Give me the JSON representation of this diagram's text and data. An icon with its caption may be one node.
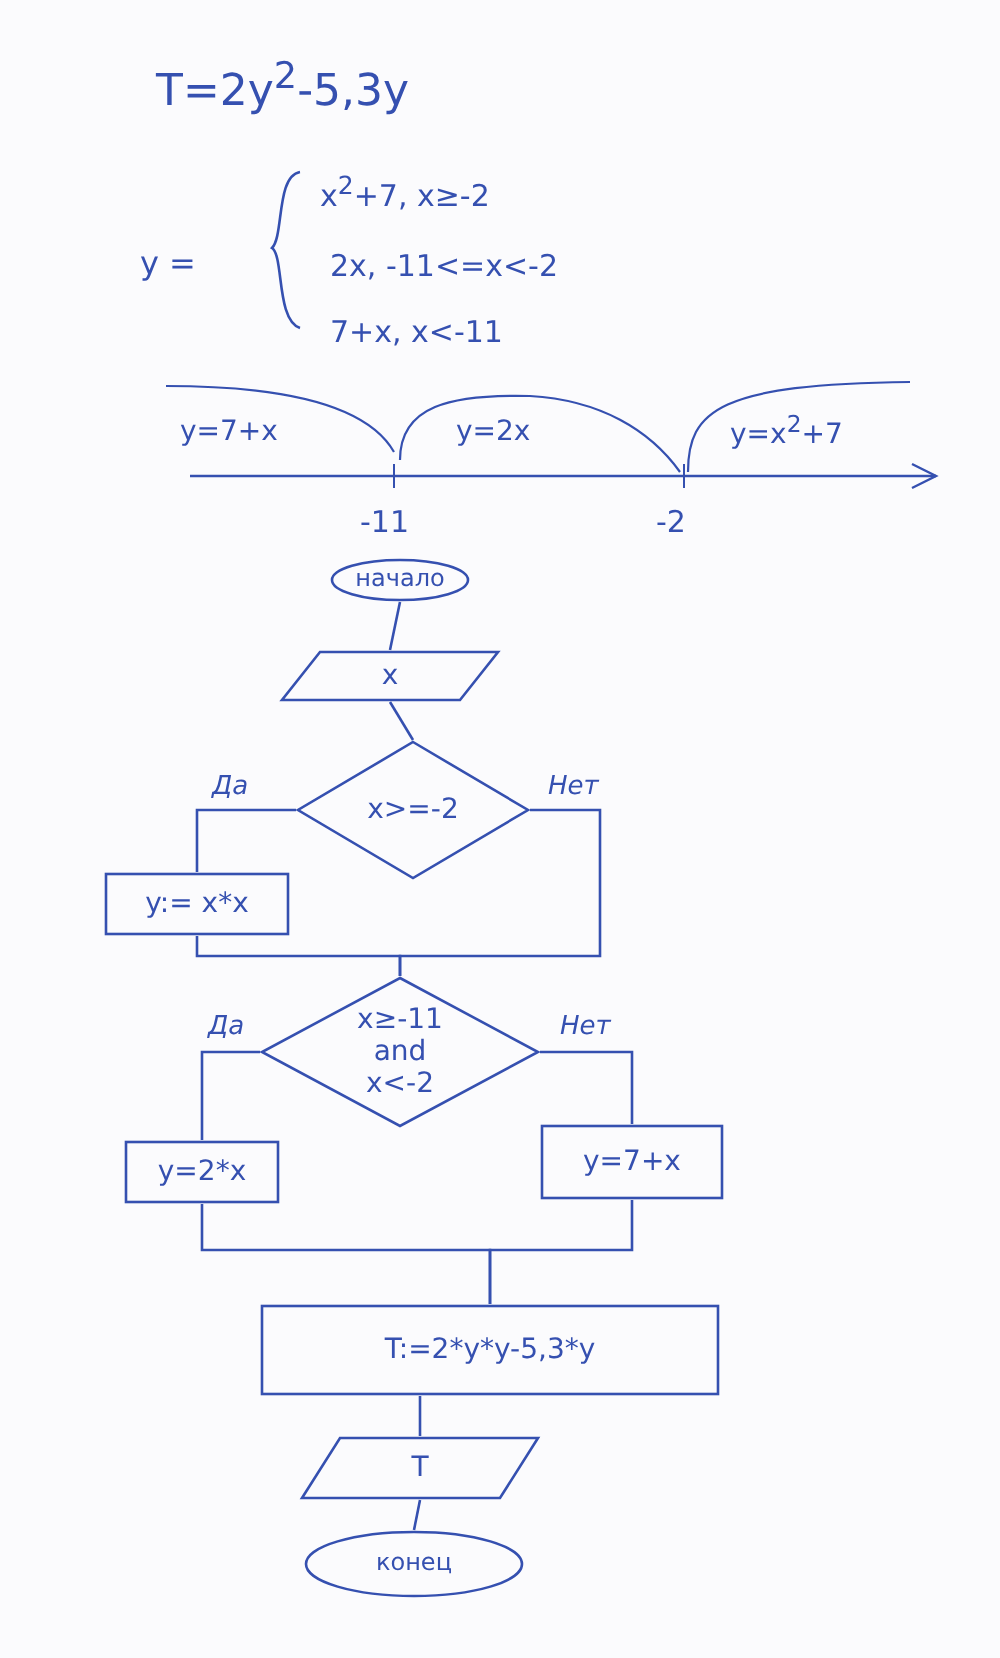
{
  "diagram": {
    "title": "T=2y$^{2}$-5,3y",
    "nodes": [
      {
        "text": [
          "начало"
        ]
      },
      {
        "text": [
          "x"
        ]
      },
      {
        "text": [
          "x>=-2"
        ]
      },
      {
        "text": [
          "y:= x*x"
        ]
      },
      {
        "text": [
          "x≥-11 and x<-2"
        ]
      },
      {
        "text": [
          "y=2*x"
        ]
      },
      {
        "text": [
          "y=7+x"
        ]
      },
      {
        "text": [
          "T:=2*y*y-5,3*y"
        ]
      },
      {
        "text": [
          "T"
        ]
      },
      {
        "text": [
          "конец"
        ]
      }
    ],
    "edges": [
      {
        "from": 0,
        "to": 1,
        "arrow": "none"
      },
      {
        "from": 1,
        "to": 2,
        "arrow": "none"
      },
      {
        "from": 2,
        "to": 3,
        "arrow": "none",
        "label": "Да"
      },
      {
        "from": 2,
        "to": 4,
        "arrow": "none",
        "label": "Нет"
      },
      {
        "from": 3,
        "to": 4,
        "arrow": "none"
      },
      {
        "from": 4,
        "to": 5,
        "arrow": "none",
        "label": "Да"
      },
      {
        "from": 4,
        "to": 6,
        "arrow": "none",
        "label": "Нет"
      },
      {
        "from": 5,
        "to": 7,
        "arrow": "none"
      },
      {
        "from": 6,
        "to": 7,
        "arrow": "none"
      },
      {
        "from": 7,
        "to": 8,
        "arrow": "none"
      },
      {
        "from": 8,
        "to": 9,
        "arrow": "none"
      }
    ],
    "labels": [
      "y =",
      "x$^{2}$+7, x≥-2",
      "2x, -11<=x<-2",
      "7+x, x<-11",
      "y=7+x",
      "y=2x",
      "y=x$^{2}$+7",
      "-11",
      "-2"
    ]
  }
}
